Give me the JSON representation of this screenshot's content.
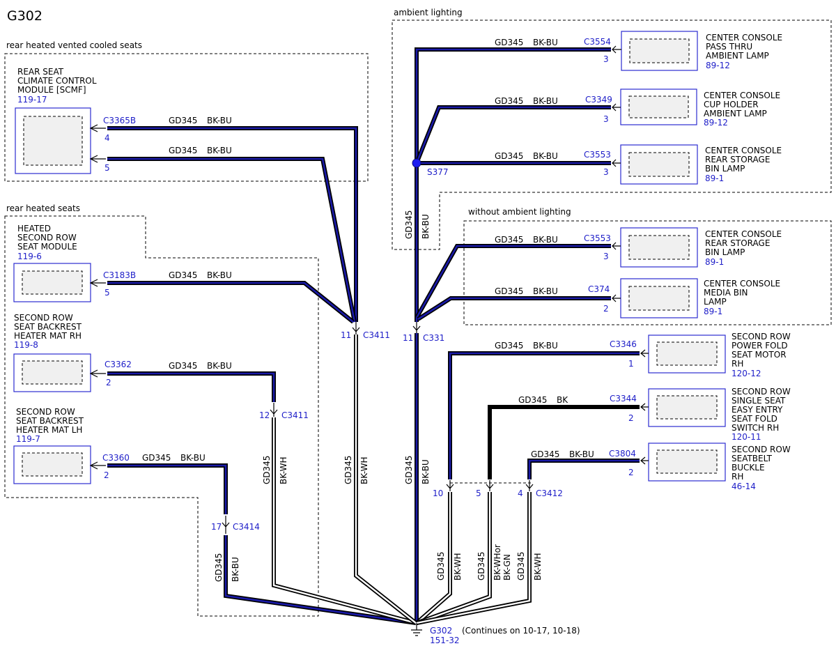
{
  "page_title": "G302",
  "groups": {
    "vented": "rear heated vented cooled seats",
    "heated": "rear heated seats",
    "ambient": "ambient lighting",
    "no_ambient": "without ambient lighting"
  },
  "components": {
    "scmf": {
      "lines": [
        "REAR SEAT",
        "CLIMATE CONTROL",
        "MODULE [SCMF]"
      ],
      "ref": "119-17"
    },
    "heated_module": {
      "lines": [
        "HEATED",
        "SECOND ROW",
        "SEAT MODULE"
      ],
      "ref": "119-6"
    },
    "mat_rh": {
      "lines": [
        "SECOND ROW",
        "SEAT BACKREST",
        "HEATER MAT RH"
      ],
      "ref": "119-8"
    },
    "mat_lh": {
      "lines": [
        "SECOND ROW",
        "SEAT BACKREST",
        "HEATER MAT LH"
      ],
      "ref": "119-7"
    },
    "pass_thru": {
      "lines": [
        "CENTER CONSOLE",
        "PASS THRU",
        "AMBIENT LAMP"
      ],
      "ref": "89-12"
    },
    "cup_holder": {
      "lines": [
        "CENTER CONSOLE",
        "CUP HOLDER",
        "AMBIENT LAMP"
      ],
      "ref": "89-12"
    },
    "rear_bin_amb": {
      "lines": [
        "CENTER CONSOLE",
        "REAR STORAGE",
        "BIN LAMP"
      ],
      "ref": "89-1"
    },
    "rear_bin_no": {
      "lines": [
        "CENTER CONSOLE",
        "REAR STORAGE",
        "BIN LAMP"
      ],
      "ref": "89-1"
    },
    "media_bin": {
      "lines": [
        "CENTER CONSOLE",
        "MEDIA BIN",
        "LAMP"
      ],
      "ref": "89-1"
    },
    "power_fold": {
      "lines": [
        "SECOND ROW",
        "POWER FOLD",
        "SEAT MOTOR",
        "RH"
      ],
      "ref": "120-12"
    },
    "easy_entry": {
      "lines": [
        "SECOND ROW",
        "SINGLE SEAT",
        "EASY ENTRY",
        "SEAT FOLD",
        "SWITCH RH"
      ],
      "ref": "120-11"
    },
    "seatbelt": {
      "lines": [
        "SECOND ROW",
        "SEATBELT",
        "BUCKLE",
        "RH"
      ],
      "ref": "46-14"
    }
  },
  "connectors": {
    "c3365b": "C3365B",
    "c3365b_p4": "4",
    "c3365b_p5": "5",
    "c3183b": "C3183B",
    "c3183b_p": "5",
    "c3362": "C3362",
    "c3362_p": "2",
    "c3360": "C3360",
    "c3360_p": "2",
    "c3554": "C3554",
    "c3554_p": "3",
    "c3349": "C3349",
    "c3349_p": "3",
    "c3553a": "C3553",
    "c3553a_p": "3",
    "c3553b": "C3553",
    "c3553b_p": "3",
    "c374": "C374",
    "c374_p": "2",
    "c3346": "C3346",
    "c3346_p": "1",
    "c3344": "C3344",
    "c3344_p": "2",
    "c3804": "C3804",
    "c3804_p": "2",
    "c3411a": "C3411",
    "c3411a_p": "11",
    "c3411b": "C3411",
    "c3411b_p": "12",
    "c3414": "C3414",
    "c3414_p": "17",
    "c331": "C331",
    "c331_p": "11",
    "c3412": "C3412",
    "c3412_p10": "10",
    "c3412_p5": "5",
    "c3412_p4": "4"
  },
  "splice": {
    "label": "S377",
    "color": "#1c1cf0"
  },
  "ground": {
    "label": "G302",
    "ref": "151-32",
    "note": "(Continues on 10-17, 10-18)"
  },
  "wires": {
    "circuit": "GD345",
    "bkbu": "BK-BU",
    "bkwh": "BK-WH",
    "bk": "BK",
    "bkwhor": "BK-WHor",
    "bkgn": "BK-GN"
  },
  "colors": {
    "ref_blue": "#1d1dc8",
    "wire_blue": "#1a1aa8",
    "box_border": "#2b2bd0",
    "box_fill": "#f0f0f0"
  }
}
